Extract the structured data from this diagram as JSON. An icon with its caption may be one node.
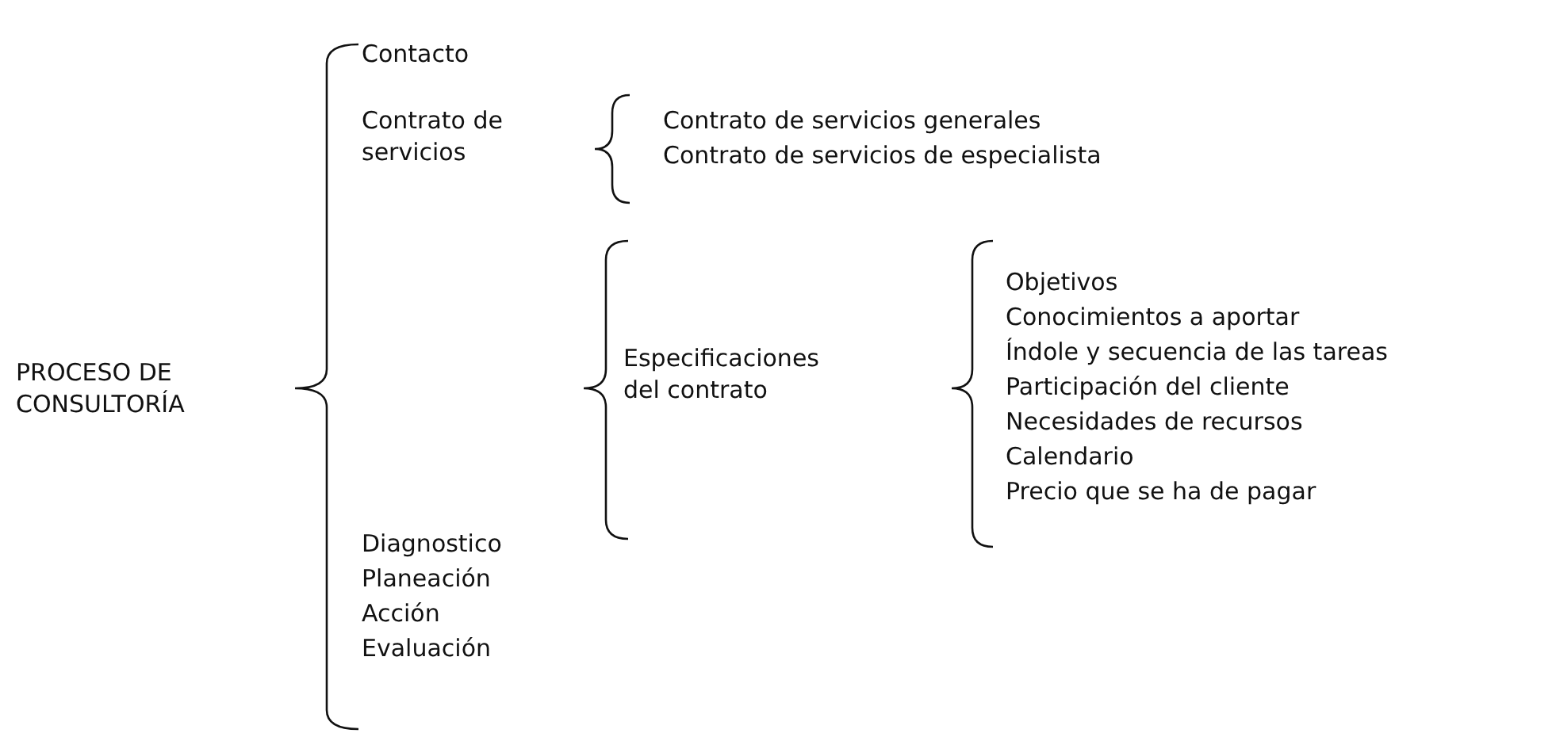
{
  "diagram": {
    "labels": [
      "PROCESO DE CONSULTORÍA",
      "Contacto",
      "Contrato de servicios",
      "Contrato de servicios generales",
      "Contrato de servicios de especialista",
      "Especificaciones del contrato",
      "Objetivos",
      "Conocimientos a aportar",
      "Índole y secuencia de las tareas",
      "Participación del cliente",
      "Necesidades de recursos",
      "Calendario",
      "Precio que se ha de pagar",
      "Diagnostico",
      "Planeación",
      "Acción",
      "Evaluación"
    ]
  }
}
